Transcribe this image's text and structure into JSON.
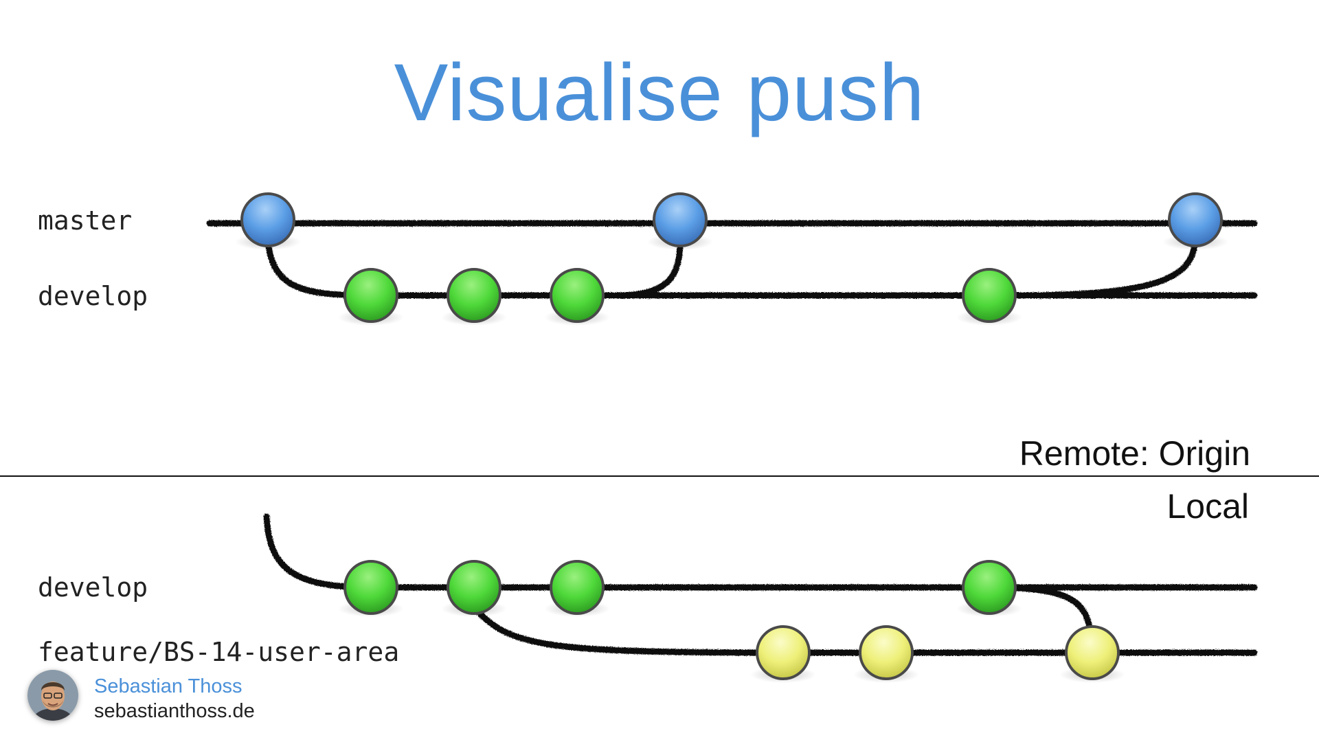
{
  "slide": {
    "title": "Visualise push"
  },
  "remote": {
    "area_label": "Remote: Origin",
    "branches": [
      {
        "label": "master",
        "color": "blue",
        "commits": 3
      },
      {
        "label": "develop",
        "color": "green",
        "commits": 4
      }
    ]
  },
  "local": {
    "area_label": "Local",
    "branches": [
      {
        "label": "develop",
        "color": "green",
        "commits": 4
      },
      {
        "label": "feature/BS-14-user-area",
        "color": "yellow",
        "commits": 3
      }
    ]
  },
  "author": {
    "name": "Sebastian Thoss",
    "website": "sebastianthoss.de"
  },
  "colors": {
    "title": "#4a90d9",
    "master_commit": "#5b9ee6",
    "develop_commit": "#4fd93a",
    "feature_commit": "#eef07a",
    "line": "#111111"
  }
}
